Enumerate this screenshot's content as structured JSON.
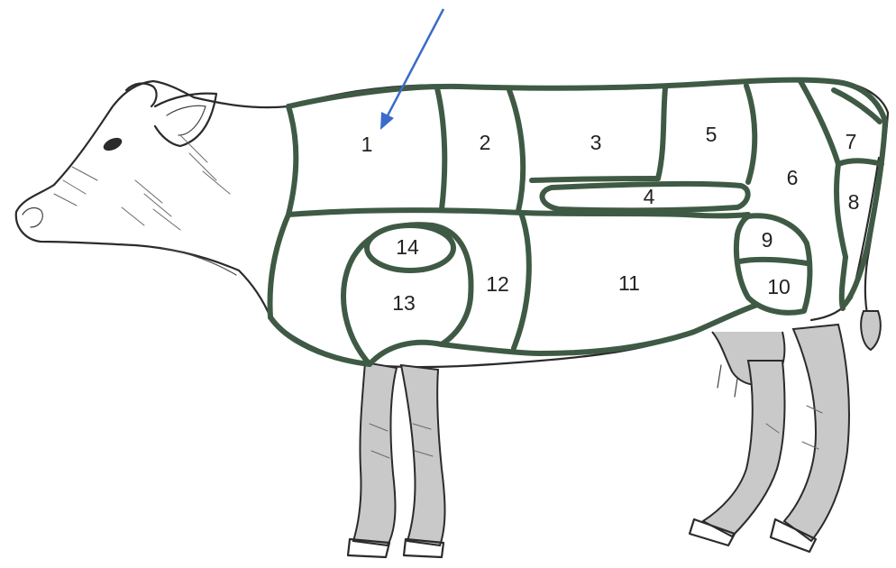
{
  "diagram": {
    "regions": [
      {
        "id": "1",
        "label": "1"
      },
      {
        "id": "2",
        "label": "2"
      },
      {
        "id": "3",
        "label": "3"
      },
      {
        "id": "4",
        "label": "4"
      },
      {
        "id": "5",
        "label": "5"
      },
      {
        "id": "6",
        "label": "6"
      },
      {
        "id": "7",
        "label": "7"
      },
      {
        "id": "8",
        "label": "8"
      },
      {
        "id": "9",
        "label": "9"
      },
      {
        "id": "10",
        "label": "10"
      },
      {
        "id": "11",
        "label": "11"
      },
      {
        "id": "12",
        "label": "12"
      },
      {
        "id": "13",
        "label": "13"
      },
      {
        "id": "14",
        "label": "14"
      }
    ],
    "pointer": {
      "target": "1"
    },
    "colors": {
      "cut_lines": "#3f5a44",
      "arrow": "#3b6bc9",
      "outline": "#2b2b2b"
    }
  }
}
